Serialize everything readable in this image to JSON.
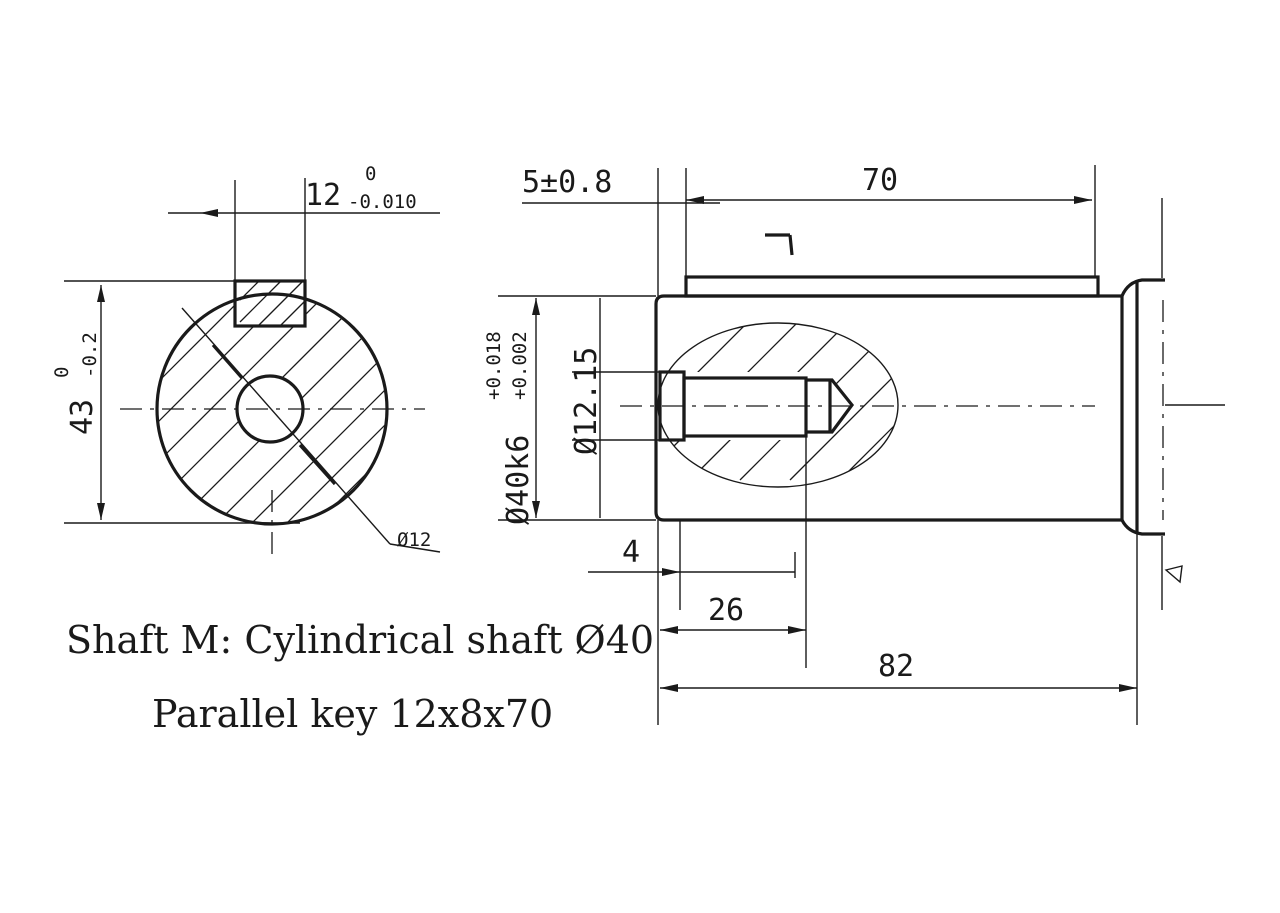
{
  "captions": {
    "line1": "Shaft M: Cylindrical shaft Ø40",
    "line2": "Parallel key 12x8x70"
  },
  "dimensions": {
    "key_width": "12",
    "key_width_tol_upper": "0",
    "key_width_tol_lower": "-0.010",
    "shaft_height": "43",
    "shaft_height_tol_upper": "0",
    "shaft_height_tol_lower": "-0.2",
    "hole_dia": "Ø12",
    "shoulder": "5±0.8",
    "key_length": "70",
    "key_symbol": "7",
    "shaft_dia_tol": "Ø40k6",
    "shaft_dia_tol_upper": "+0.018",
    "shaft_dia_tol_lower": "+0.002",
    "thread_dia": "Ø12.15",
    "offset_4": "4",
    "hole_depth": "26",
    "shaft_length": "82"
  }
}
